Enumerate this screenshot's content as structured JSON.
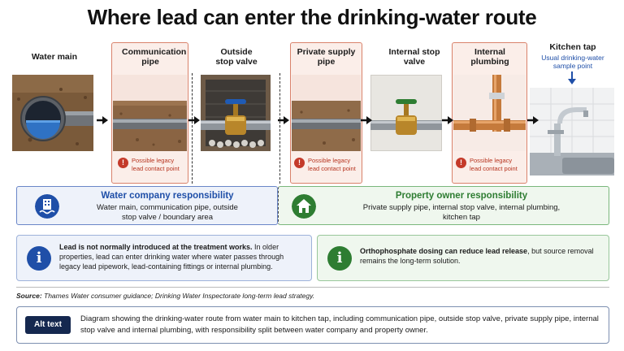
{
  "title": "Where lead can enter the drinking-water route",
  "stages": [
    {
      "label": "Water main"
    },
    {
      "label": "Communication pipe"
    },
    {
      "label": "Outside stop valve"
    },
    {
      "label": "Private supply pipe"
    },
    {
      "label": "Internal stop valve"
    },
    {
      "label": "Internal plumbing"
    },
    {
      "label": "Kitchen tap",
      "sublabel": "Usual drinking-water sample point"
    }
  ],
  "risk_label": "Possible legacy lead contact point",
  "responsibility": {
    "water_company": {
      "title": "Water company responsibility",
      "text": "Water main, communication pipe, outside stop valve / boundary area",
      "color": "#1f4fa8"
    },
    "property_owner": {
      "title": "Property owner responsibility",
      "text": "Private supply pipe, internal stop valve, internal plumbing, kitchen tap",
      "color": "#2e7d32"
    }
  },
  "info": {
    "left": {
      "bold": "Lead is not normally introduced at the treatment works.",
      "text": " In older properties, lead can enter drinking water where water passes through legacy lead pipework, lead-containing fittings or internal plumbing.",
      "icon": "info-icon"
    },
    "right": {
      "bold": "Orthophosphate dosing can reduce lead release",
      "text": ", but source removal remains the long-term solution.",
      "icon": "info-icon"
    }
  },
  "source": {
    "label": "Source:",
    "text": " Thames Water consumer guidance; Drinking Water Inspectorate long-term lead strategy."
  },
  "alt": {
    "badge": "Alt text",
    "text": "Diagram showing the drinking-water route from water main to kitchen tap, including communication pipe, outside stop valve, private supply pipe, internal stop valve and internal plumbing, with responsibility split between water company and property owner."
  },
  "colors": {
    "risk": "#c43a2a",
    "highlight_border": "#d9826b",
    "highlight_fill": "#fbeee9",
    "navy": "#15284f",
    "blue": "#1f4fa8",
    "green": "#2e7d32"
  }
}
